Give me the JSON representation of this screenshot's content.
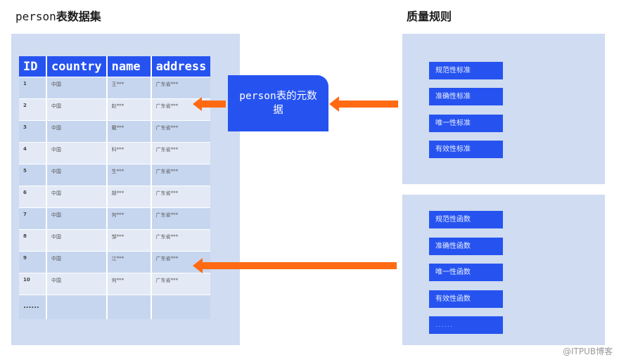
{
  "titles": {
    "dataset_prefix": "person",
    "dataset_suffix": "表数据集",
    "quality_rules": "质量规则"
  },
  "table": {
    "columns": [
      "ID",
      "country",
      "name",
      "address"
    ],
    "rows": [
      [
        "1",
        "中国",
        "王***",
        "广东省***"
      ],
      [
        "2",
        "中国",
        "赵***",
        "广东省***"
      ],
      [
        "3",
        "中国",
        "戴***",
        "广东省***"
      ],
      [
        "4",
        "中国",
        "科***",
        "广东省***"
      ],
      [
        "5",
        "中国",
        "生***",
        "广东省***"
      ],
      [
        "6",
        "中国",
        "胡***",
        "广东省***"
      ],
      [
        "7",
        "中国",
        "何***",
        "广东省***"
      ],
      [
        "8",
        "中国",
        "邹***",
        "广东省***"
      ],
      [
        "9",
        "中国",
        "江***",
        "广东省***"
      ],
      [
        "10",
        "中国",
        "何***",
        "广东省***"
      ]
    ],
    "more_label": "......"
  },
  "metadata_box": {
    "label": "person表的元数据"
  },
  "standards": [
    "规范性标准",
    "准确性标准",
    "唯一性标准",
    "有效性标准"
  ],
  "functions": [
    "规范性函数",
    "准确性函数",
    "唯一性函数",
    "有效性函数",
    "......"
  ],
  "watermark": "@ITPUB博客",
  "colors": {
    "accent_blue": "#2653f0",
    "panel_bg": "#cfdcf1",
    "arrow_orange": "#ff6a13"
  }
}
